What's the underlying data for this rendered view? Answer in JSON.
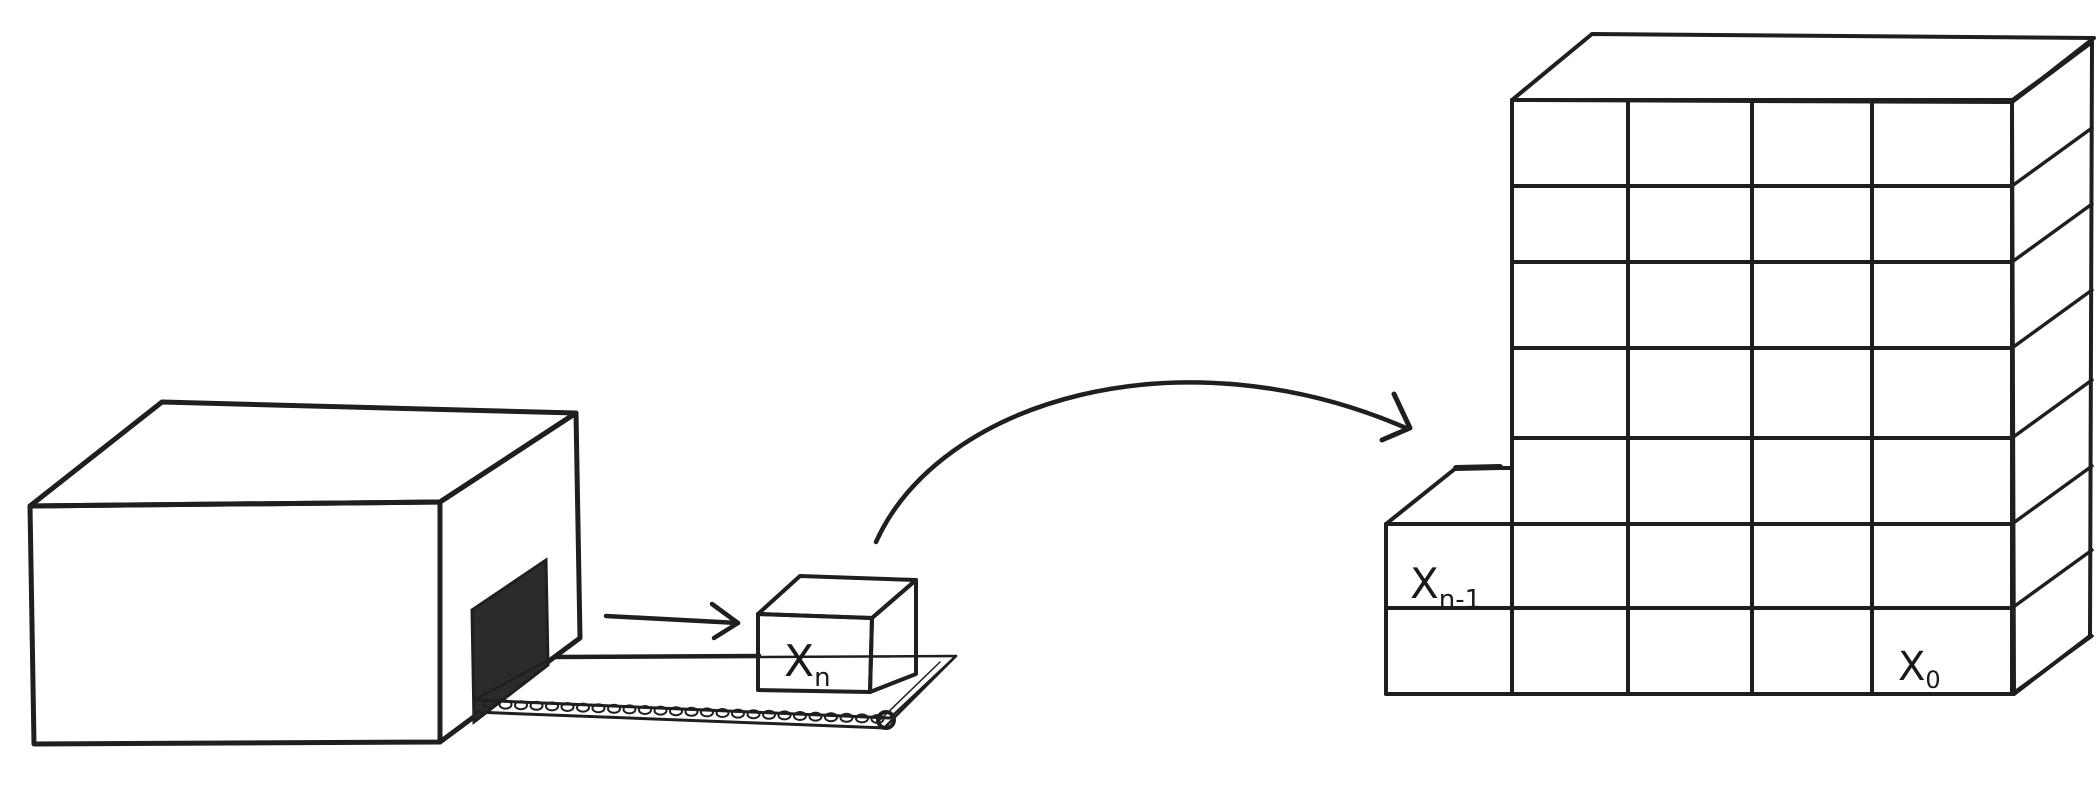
{
  "labels": {
    "item_new": "X",
    "item_new_sub": "n",
    "item_prev": "X",
    "item_prev_sub": "n-1",
    "item_first": "X",
    "item_first_sub": "0"
  },
  "colors": {
    "ink": "#1f1f1f",
    "factory_shade_light": "#d6d6d6",
    "factory_shade_mid": "#a9a9a9",
    "factory_shade_dark": "#5a5a5a",
    "door_dark": "#2b2b2b",
    "background": "#ffffff"
  },
  "icons": {
    "factory": "factory-box-icon",
    "conveyor": "conveyor-belt-icon",
    "arrow": "arrow-right-icon",
    "stack": "block-stack-icon"
  }
}
